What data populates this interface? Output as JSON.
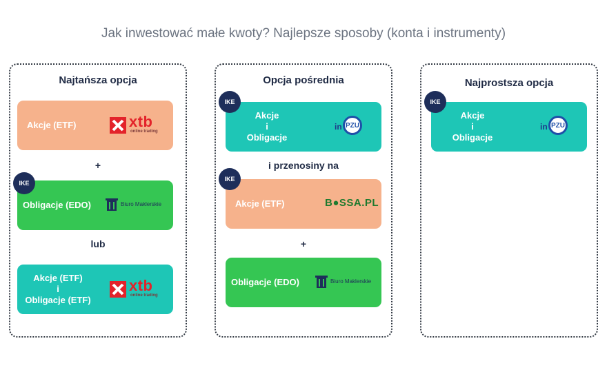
{
  "title": "Jak inwestować małe kwoty? Najlepsze sposoby (konta i instrumenty)",
  "badge": "IKE",
  "columns": [
    {
      "title": "Najtańsza opcja",
      "cards": [
        {
          "lines": [
            "Akcje (ETF)"
          ],
          "logo": "xtb",
          "color": "peach"
        },
        {
          "connector": "+"
        },
        {
          "lines": [
            "Obligacje (EDO)"
          ],
          "logo": "biuro-maklerskie",
          "color": "green",
          "ike": true
        },
        {
          "connector": "lub"
        },
        {
          "lines": [
            "Akcje (ETF)",
            "i",
            "Obligacje (ETF)"
          ],
          "logo": "xtb",
          "color": "teal"
        }
      ]
    },
    {
      "title": "Opcja pośrednia",
      "cards": [
        {
          "lines": [
            "Akcje",
            "i",
            "Obligacje"
          ],
          "logo": "inpzu",
          "color": "teal",
          "ike": true
        },
        {
          "connector": "i przenosiny na"
        },
        {
          "lines": [
            "Akcje (ETF)"
          ],
          "logo": "bossa",
          "color": "peach",
          "ike": true
        },
        {
          "connector": "+"
        },
        {
          "lines": [
            "Obligacje (EDO)"
          ],
          "logo": "biuro-maklerskie",
          "color": "green"
        }
      ]
    },
    {
      "title": "Najprostsza opcja",
      "cards": [
        {
          "lines": [
            "Akcje",
            "i",
            "Obligacje"
          ],
          "logo": "inpzu",
          "color": "teal",
          "ike": true
        }
      ]
    }
  ],
  "logos": {
    "xtb": {
      "word": "xtb",
      "sub": "online trading"
    },
    "biuro": {
      "text": "Biuro Maklerskie"
    },
    "inpzu": {
      "in": "in",
      "pzu": "PZU"
    },
    "bossa": {
      "text": "B●SSA.PL"
    }
  },
  "colors": {
    "peach": "#f6b28c",
    "green": "#35c653",
    "teal": "#1ec6b6",
    "navy": "#1e2e5a",
    "xtb_red": "#e3232a"
  }
}
